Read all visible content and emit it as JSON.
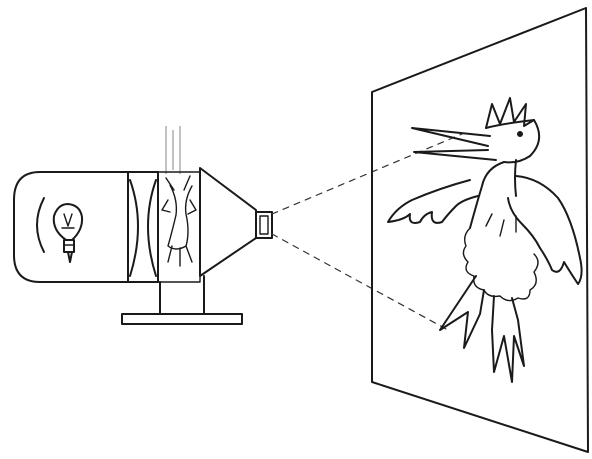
{
  "figure": {
    "subject": "slide-projector-illustration",
    "ink_color": "#1a1a1a",
    "background_color": "#ffffff",
    "parts": [
      {
        "name": "lamp-housing",
        "icon": "lightbulb-icon"
      },
      {
        "name": "condenser-lens"
      },
      {
        "name": "slide",
        "icon": "bird-slide-icon"
      },
      {
        "name": "projection-lens"
      },
      {
        "name": "projection-screen",
        "icon": "bird-image-icon"
      }
    ]
  }
}
